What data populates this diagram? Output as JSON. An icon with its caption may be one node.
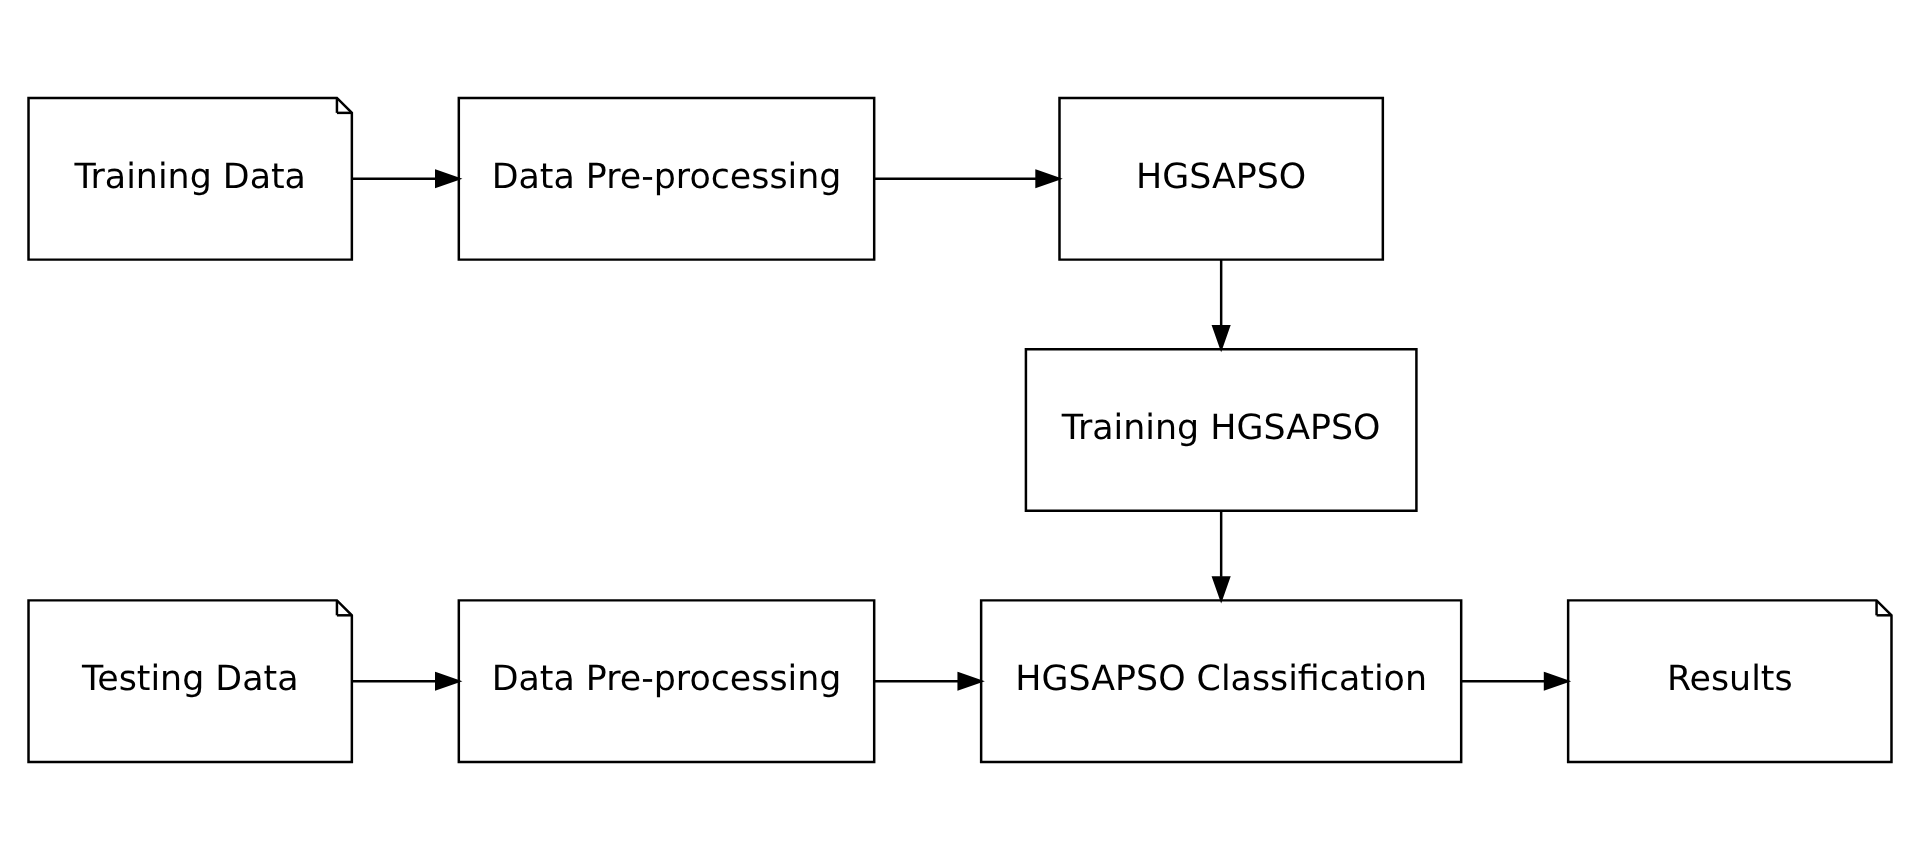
{
  "diagram": {
    "nodes": [
      {
        "text": [
          "Training Data"
        ]
      },
      {
        "text": [
          "Data Pre-processing"
        ]
      },
      {
        "text": [
          "HGSAPSO"
        ]
      },
      {
        "text": [
          "Training HGSAPSO"
        ]
      },
      {
        "text": [
          "Testing Data"
        ]
      },
      {
        "text": [
          "Data Pre-processing"
        ]
      },
      {
        "text": [
          "HGSAPSO Classification"
        ]
      },
      {
        "text": [
          "Results"
        ]
      }
    ],
    "edges": [
      {
        "from": 0,
        "to": 1,
        "arrow": "to"
      },
      {
        "from": 1,
        "to": 2,
        "arrow": "to"
      },
      {
        "from": 2,
        "to": 3,
        "arrow": "to"
      },
      {
        "from": 3,
        "to": 6,
        "arrow": "to"
      },
      {
        "from": 4,
        "to": 5,
        "arrow": "to"
      },
      {
        "from": 5,
        "to": 6,
        "arrow": "to"
      },
      {
        "from": 6,
        "to": 7,
        "arrow": "to"
      }
    ]
  }
}
